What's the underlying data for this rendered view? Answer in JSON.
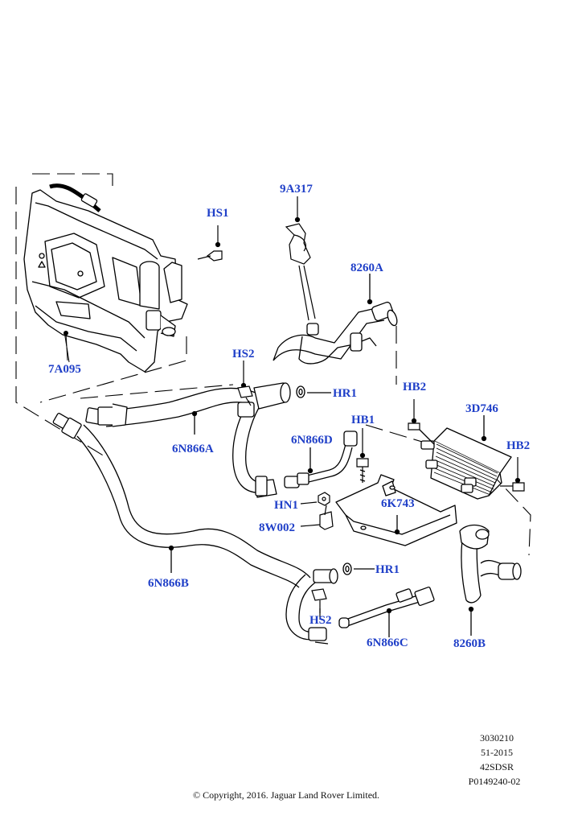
{
  "callouts": {
    "7A095": "7A095",
    "HS1": "HS1",
    "9A317": "9A317",
    "8260A": "8260A",
    "HS2_top": "HS2",
    "HR1_top": "HR1",
    "6N866A": "6N866A",
    "HB2_left": "HB2",
    "3D746": "3D746",
    "HB1": "HB1",
    "6N866D": "6N866D",
    "HB2_right": "HB2",
    "HN1": "HN1",
    "6K743": "6K743",
    "8W002": "8W002",
    "6N866B": "6N866B",
    "HR1_bottom": "HR1",
    "HS2_bottom": "HS2",
    "6N866C": "6N866C",
    "8260B": "8260B"
  },
  "reference_block": [
    "3030210",
    "51-2015",
    "42SDSR",
    "P0149240-02"
  ],
  "copyright": "© Copyright, 2016. Jaguar Land Rover Limited.",
  "colors": {
    "callout_text": "#1f3fc8",
    "line_art": "#000000",
    "background": "#ffffff"
  }
}
